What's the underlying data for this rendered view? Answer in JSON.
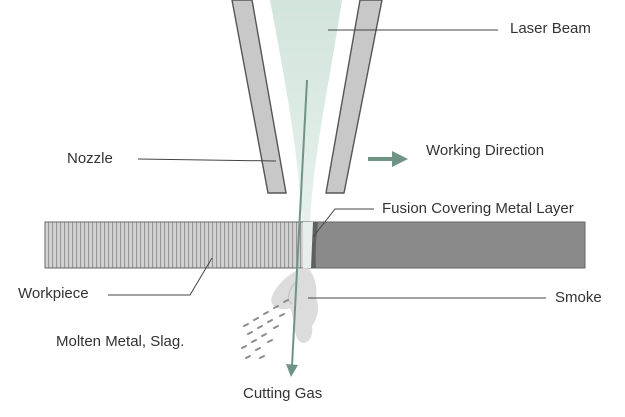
{
  "labels": {
    "laser_beam": "Laser Beam",
    "nozzle": "Nozzle",
    "working_direction": "Working Direction",
    "fusion_layer": "Fusion Covering Metal Layer",
    "workpiece": "Workpiece",
    "smoke": "Smoke",
    "molten_metal": "Molten Metal, Slag.",
    "cutting_gas": "Cutting Gas"
  },
  "colors": {
    "nozzle_fill": "#c8c8c8",
    "outline": "#555555",
    "beam": "#cfe3da",
    "gas_arrow": "#6f9484",
    "direction_arrow": "#6f9484",
    "workpiece_cut": "#8a8a8a",
    "workpiece_uncut": "#d2d2d2",
    "smoke": "#d8d8d8"
  }
}
